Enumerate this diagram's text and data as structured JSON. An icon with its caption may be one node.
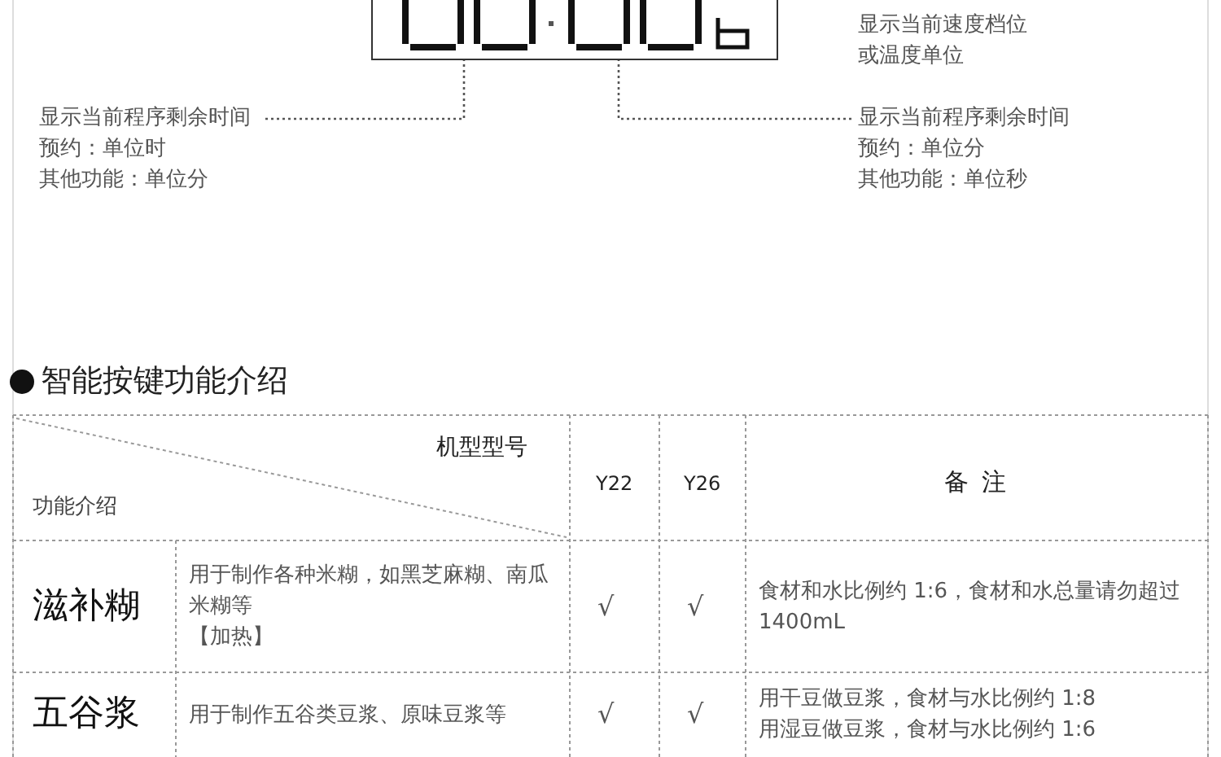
{
  "diagram": {
    "nodes": [
      {
        "text": [],
        "shape": "box"
      },
      {
        "text": [
          "显示当前程序剩余时间",
          "预约：单位时",
          "其他功能：单位分"
        ]
      },
      {
        "text": [
          "显示当前程序剩余时间",
          "预约：单位分",
          "其他功能：单位秒"
        ]
      }
    ],
    "edges": [
      {
        "from": 1,
        "to": 0,
        "arrow": "none",
        "style": "dashed"
      },
      {
        "from": 2,
        "to": 0,
        "arrow": "none",
        "style": "dashed"
      }
    ],
    "labels": [
      "显示当前速度档位",
      "或温度单位",
      "智能按键功能介绍",
      "机型型号",
      "功能介绍",
      "Y22",
      "Y26",
      "备注",
      "滋补糊",
      "用于制作各种米糊，如黑芝麻糊、南瓜米糊等",
      "【加热】",
      "√",
      "√",
      "食材和水比例约 1:6，食材和水总量请勿超过 1400mL",
      "五谷浆",
      "用于制作五谷类豆浆、原味豆浆等",
      "√",
      "√",
      "用干豆做豆浆，食材与水比例约 1:8",
      "用湿豆做豆浆，食材与水比例约 1:6"
    ]
  }
}
